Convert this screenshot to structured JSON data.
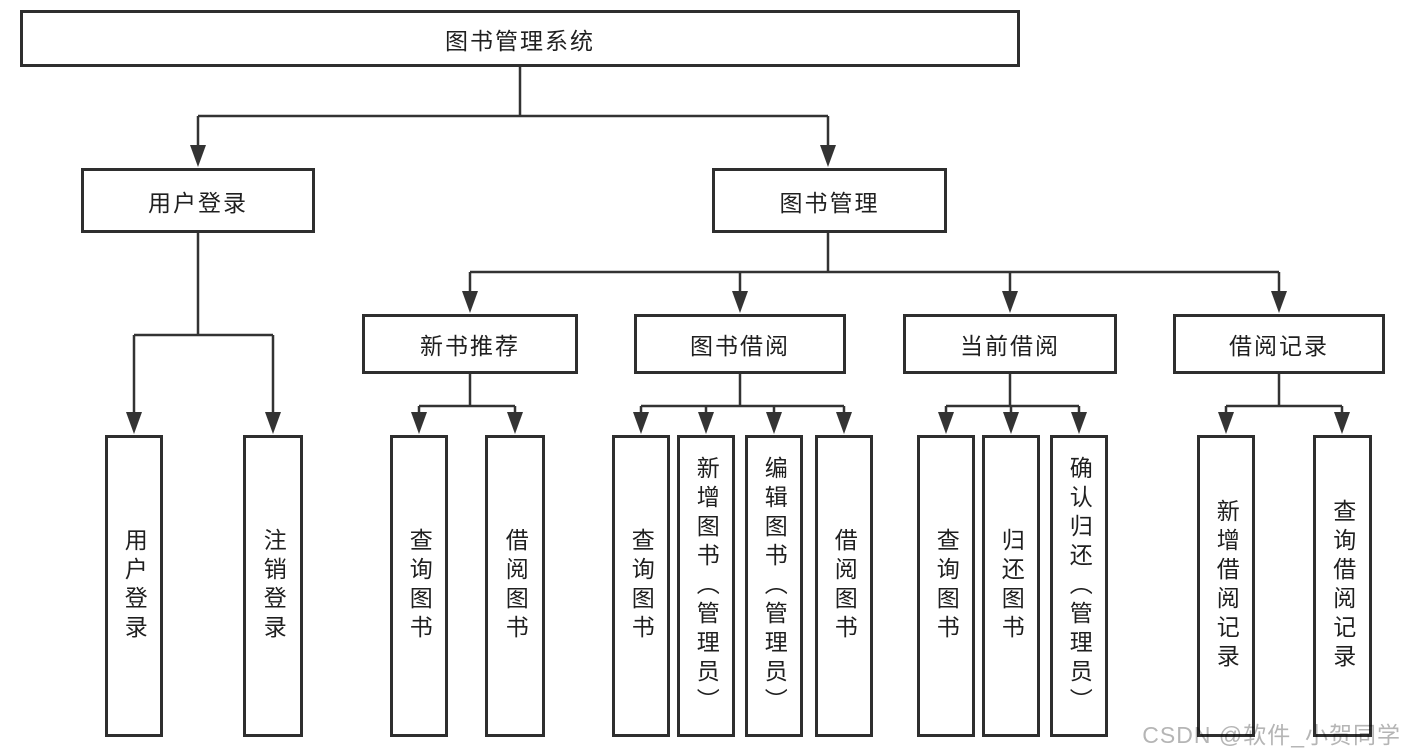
{
  "diagram": {
    "root": {
      "label": "图书管理系统"
    },
    "level2": [
      {
        "label": "用户登录"
      },
      {
        "label": "图书管理"
      }
    ],
    "level3": [
      {
        "label": "新书推荐"
      },
      {
        "label": "图书借阅"
      },
      {
        "label": "当前借阅"
      },
      {
        "label": "借阅记录"
      }
    ],
    "leaves_login": [
      {
        "label": "用户登录"
      },
      {
        "label": "注销登录"
      }
    ],
    "leaves_recommend": [
      {
        "label": "查询图书"
      },
      {
        "label": "借阅图书"
      }
    ],
    "leaves_borrow": [
      {
        "label": "查询图书"
      },
      {
        "label": "新增图书（管理员）"
      },
      {
        "label": "编辑图书（管理员）"
      },
      {
        "label": "借阅图书"
      }
    ],
    "leaves_current": [
      {
        "label": "查询图书"
      },
      {
        "label": "归还图书"
      },
      {
        "label": "确认归还（管理员）"
      }
    ],
    "leaves_records": [
      {
        "label": "新增借阅记录"
      },
      {
        "label": "查询借阅记录"
      }
    ]
  },
  "watermark": {
    "text": "CSDN @软件_小贺同学"
  },
  "colors": {
    "line": "#333333",
    "border": "#2e2e2e",
    "fill": "#ffffff",
    "text": "#1f1f1f",
    "watermark_color": "#b5b5b5",
    "background": "#ffffff"
  }
}
